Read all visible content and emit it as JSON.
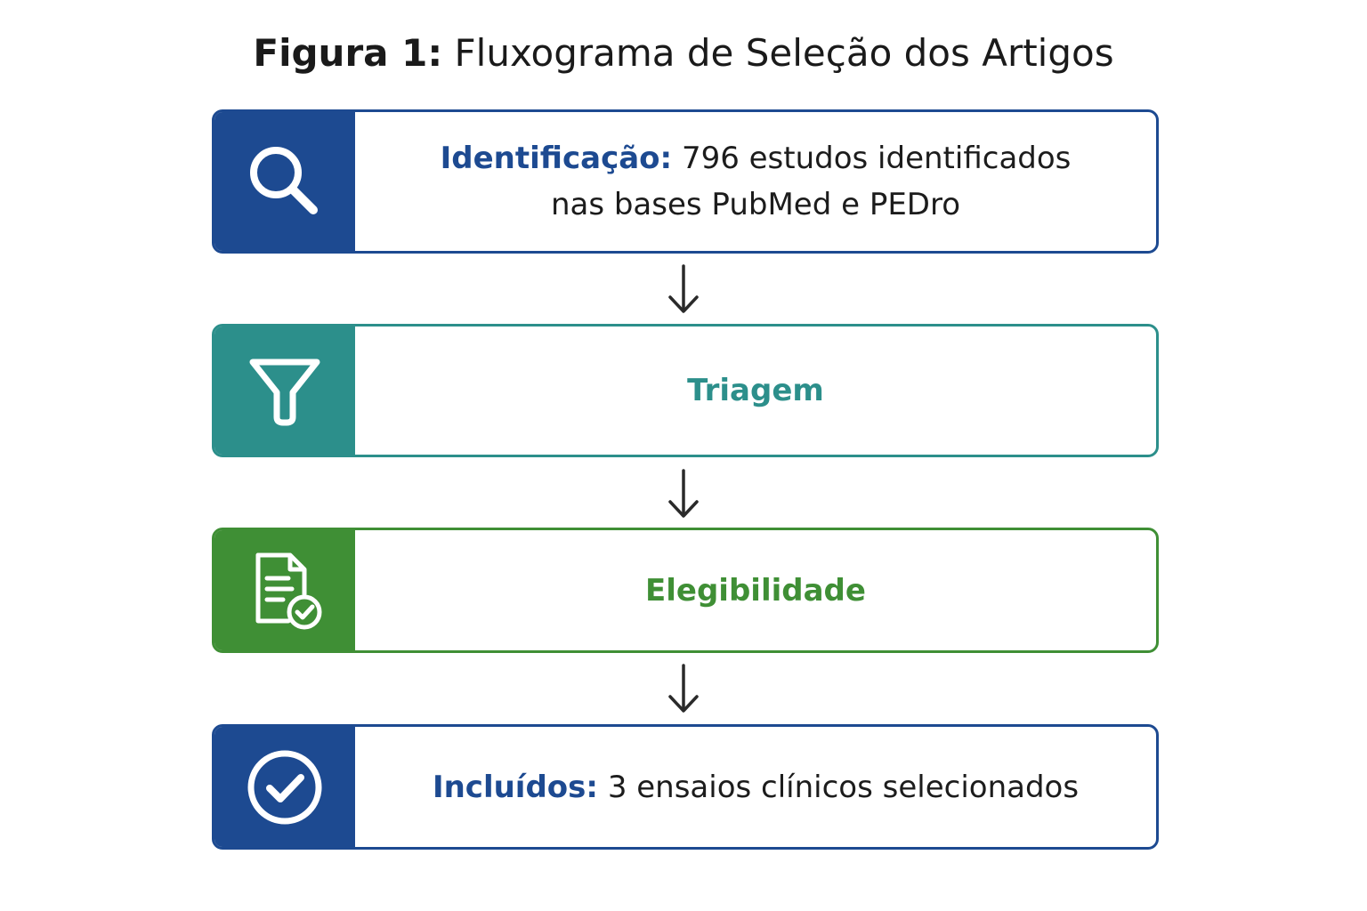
{
  "title": {
    "label": "Figura 1:",
    "text": "Fluxograma de Seleção dos Artigos"
  },
  "steps": [
    {
      "label": "Identificação:",
      "text_line1": "796 estudos identificados",
      "text_line2": "nas bases PubMed e PEDro",
      "icon": "search-icon",
      "color": "#1d4a91"
    },
    {
      "label": "Triagem",
      "icon": "funnel-icon",
      "color": "#2c8f8b"
    },
    {
      "label": "Elegibilidade",
      "icon": "document-check-icon",
      "color": "#3f8f35"
    },
    {
      "label": "Incluídos:",
      "text": "3 ensaios clínicos selecionados",
      "icon": "check-circle-icon",
      "color": "#1d4a91"
    }
  ]
}
